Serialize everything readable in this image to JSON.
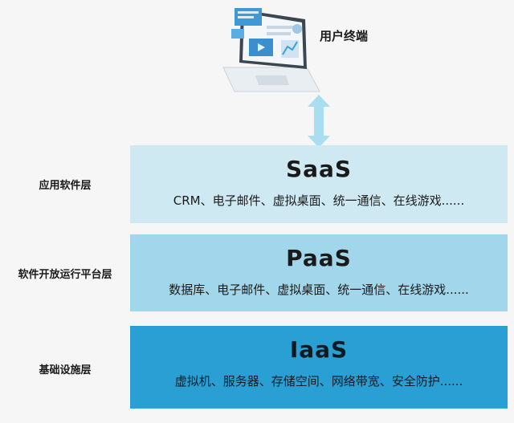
{
  "terminal": {
    "label": "用户终端",
    "icon": "laptop-icon"
  },
  "layers": [
    {
      "side_label": "应用软件层",
      "title": "SaaS",
      "description": "CRM、电子邮件、虚拟桌面、统一通信、在线游戏......",
      "color": "#cfe9f3"
    },
    {
      "side_label": "软件开放运行平台层",
      "title": "PaaS",
      "description": "数据库、电子邮件、虚拟桌面、统一通信、在线游戏......",
      "color": "#a2d6ea"
    },
    {
      "side_label": "基础设施层",
      "title": "IaaS",
      "description": "虚拟机、服务器、存储空间、网络带宽、安全防护......",
      "color": "#2a9fd4"
    }
  ],
  "arrow": {
    "color": "#a9def0",
    "icon": "bidirectional-arrow-icon"
  }
}
